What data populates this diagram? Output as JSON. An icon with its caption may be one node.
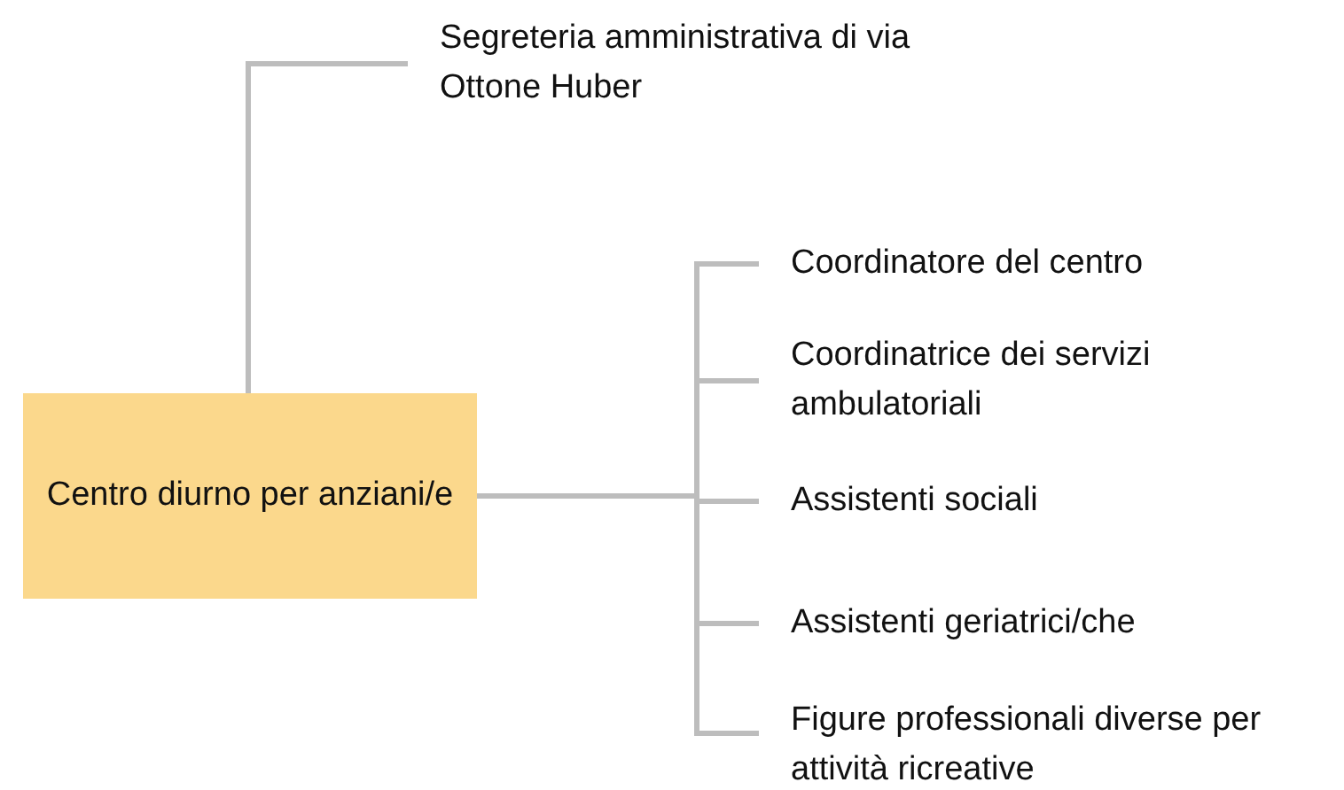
{
  "diagram": {
    "nodes": [
      {
        "text": [
          "Segreteria amministrativa di via Ottone Huber"
        ]
      },
      {
        "text": [
          "Centro diurno per anziani/e"
        ]
      },
      {
        "text": [
          "Coordinatore del centro"
        ]
      },
      {
        "text": [
          "Coordinatrice dei servizi ambulatoriali"
        ]
      },
      {
        "text": [
          "Assistenti sociali"
        ]
      },
      {
        "text": [
          "Assistenti geriatrici/che"
        ]
      },
      {
        "text": [
          "Figure professionali diverse per attività ricreative"
        ]
      }
    ],
    "edges": [
      {
        "from": 1,
        "to": 0,
        "arrow": "none"
      },
      {
        "from": 1,
        "to": 2,
        "arrow": "none"
      },
      {
        "from": 1,
        "to": 3,
        "arrow": "none"
      },
      {
        "from": 1,
        "to": 4,
        "arrow": "none"
      },
      {
        "from": 1,
        "to": 5,
        "arrow": "none"
      },
      {
        "from": 1,
        "to": 6,
        "arrow": "none"
      }
    ]
  }
}
